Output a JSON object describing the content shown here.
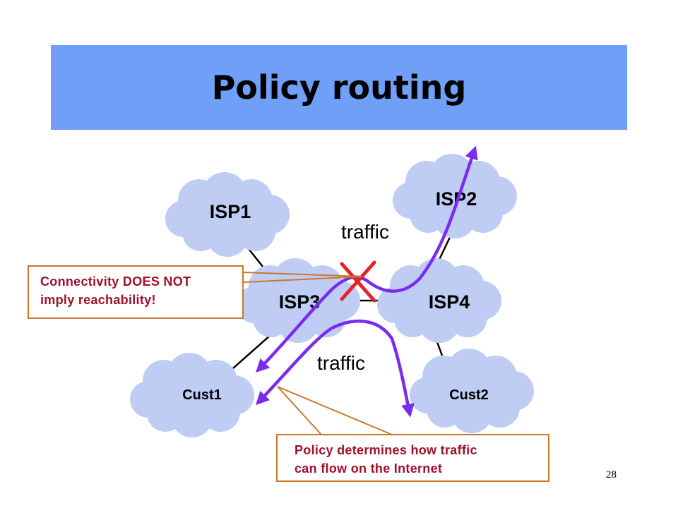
{
  "slide": {
    "title": "Policy routing",
    "page_number": "28"
  },
  "diagram": {
    "nodes": [
      {
        "id": "isp1",
        "label": "ISP1",
        "shape": "cloud"
      },
      {
        "id": "isp2",
        "label": "ISP2",
        "shape": "cloud"
      },
      {
        "id": "isp3",
        "label": "ISP3",
        "shape": "cloud"
      },
      {
        "id": "isp4",
        "label": "ISP4",
        "shape": "cloud"
      },
      {
        "id": "cust1",
        "label": "Cust1",
        "shape": "cloud"
      },
      {
        "id": "cust2",
        "label": "Cust2",
        "shape": "cloud"
      }
    ],
    "edges": [
      {
        "from": "isp1",
        "to": "isp3"
      },
      {
        "from": "isp3",
        "to": "isp4"
      },
      {
        "from": "isp4",
        "to": "isp2"
      },
      {
        "from": "isp3",
        "to": "cust1"
      },
      {
        "from": "isp4",
        "to": "cust2"
      }
    ],
    "flows": [
      {
        "label": "traffic",
        "path": [
          "cust1",
          "isp3",
          "isp4",
          "isp2"
        ],
        "blocked_at": "isp3-isp4"
      },
      {
        "label": "traffic",
        "path": [
          "cust1",
          "isp3",
          "isp4",
          "cust2"
        ]
      }
    ],
    "colors": {
      "cloud": "#bfcdf4",
      "flow": "#7a2bf0",
      "block_mark": "#e8202a",
      "callout_border": "#c8782a",
      "callout_text": "#a0102a",
      "title_bar": "#6f9ff7"
    }
  },
  "callouts": {
    "connectivity": {
      "line1": "Connectivity DOES NOT",
      "line2": "imply reachability!"
    },
    "policy": {
      "line1": "Policy determines how traffic",
      "line2": "can flow on the Internet"
    }
  }
}
